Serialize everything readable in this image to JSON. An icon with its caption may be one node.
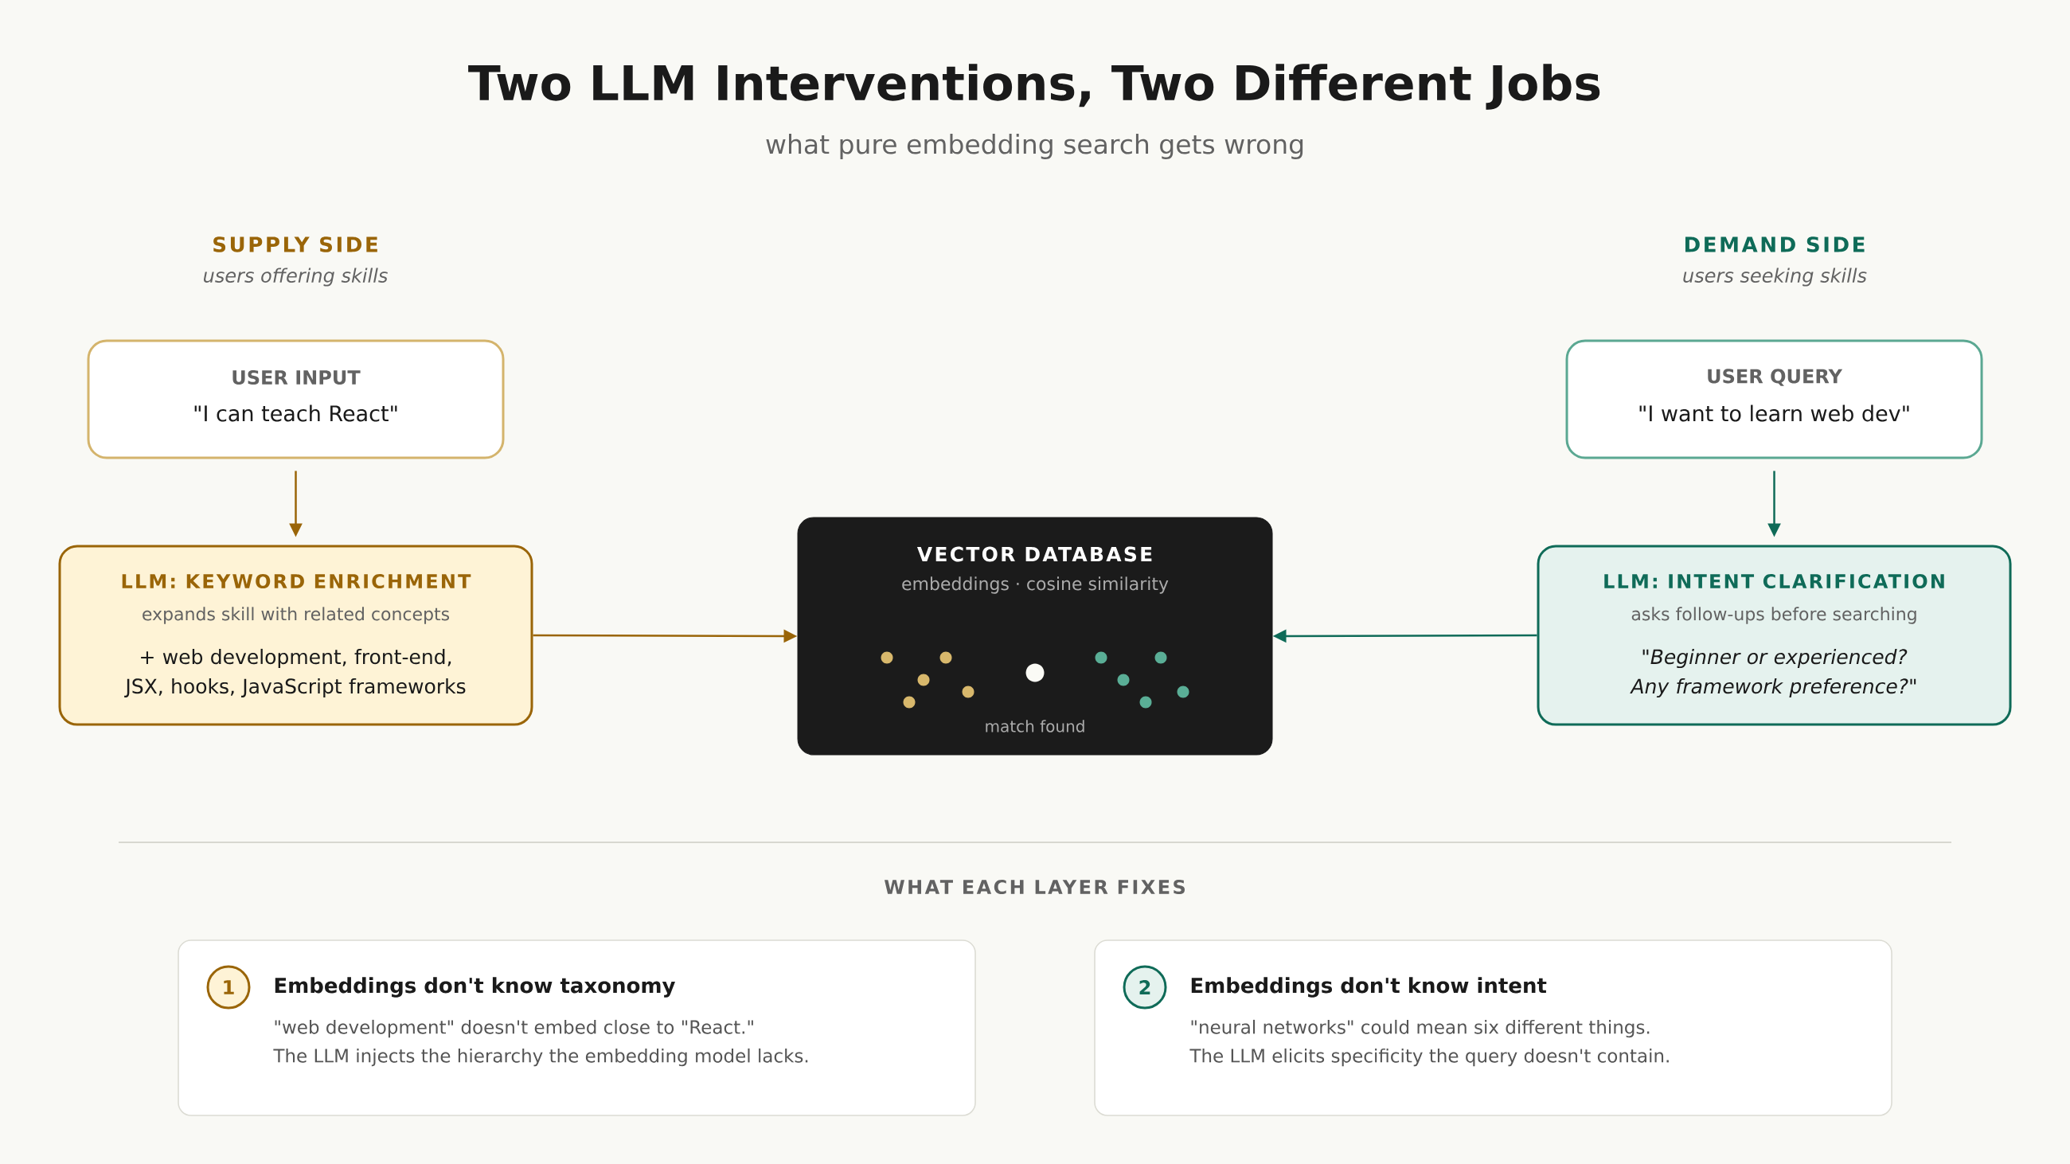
{
  "diagram": {
    "title": "Two LLM Interventions, Two Different Jobs",
    "nodes": [
      {
        "text": [
          "USER INPUT",
          "\"I can teach React\""
        ]
      },
      {
        "text": [
          "USER QUERY",
          "\"I want to learn web dev\""
        ]
      },
      {
        "text": [
          "LLM: KEYWORD ENRICHMENT",
          "expands skill with related concepts",
          "+ web development, front-end, JSX, hooks, JavaScript frameworks"
        ]
      },
      {
        "text": [
          "VECTOR DATABASE",
          "embeddings · cosine similarity",
          "match found"
        ]
      },
      {
        "text": [
          "LLM: INTENT CLARIFICATION",
          "asks follow-ups before searching",
          "\"Beginner or experienced? Any framework preference?\""
        ]
      },
      {
        "text": [
          "Embeddings don't know taxonomy",
          "\"web development\" doesn't embed close to \"React.\"",
          "The LLM injects the hierarchy the embedding model lacks."
        ]
      },
      {
        "text": [
          "1"
        ],
        "in": 5
      },
      {
        "text": [
          "Embeddings don't know intent",
          "\"neural networks\" could mean six different things.",
          "The LLM elicits specificity the query doesn't contain."
        ]
      },
      {
        "text": [
          "2"
        ],
        "in": 7
      }
    ],
    "edges": [
      {
        "from": 0,
        "to": 2,
        "arrow": "to",
        "color": "#9a6508"
      },
      {
        "from": 1,
        "to": 4,
        "arrow": "to",
        "color": "#0f6b58"
      },
      {
        "from": 2,
        "to": 3,
        "arrow": "to",
        "color": "#9a6508"
      },
      {
        "from": 4,
        "to": 3,
        "arrow": "to",
        "color": "#0f6b58"
      }
    ],
    "labels": [
      "what pure embedding search gets wrong",
      "SUPPLY SIDE",
      "users offering skills",
      "DEMAND SIDE",
      "users seeking skills",
      "WHAT EACH LAYER FIXES"
    ]
  }
}
